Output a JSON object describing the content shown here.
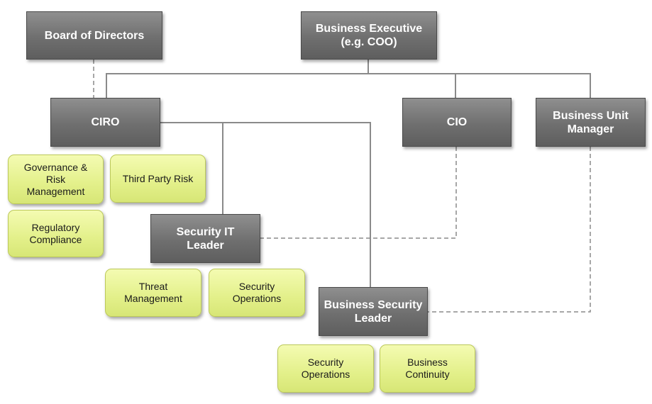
{
  "roles": {
    "board": [
      "Board of Directors"
    ],
    "executive": [
      "Business Executive",
      "(e.g. COO)"
    ],
    "ciro": [
      "CIRO"
    ],
    "cio": [
      "CIO"
    ],
    "bu_manager": [
      "Business Unit",
      "Manager"
    ],
    "security_it_leader": [
      "Security IT",
      "Leader"
    ],
    "business_security_leader": [
      "Business Security",
      "Leader"
    ]
  },
  "functions": {
    "governance_risk": [
      "Governance &",
      "Risk",
      "Management"
    ],
    "third_party_risk": [
      "Third Party Risk"
    ],
    "regulatory_compliance": [
      "Regulatory",
      "Compliance"
    ],
    "threat_management": [
      "Threat",
      "Management"
    ],
    "security_operations_it": [
      "Security",
      "Operations"
    ],
    "security_operations_business": [
      "Security",
      "Operations"
    ],
    "business_continuity": [
      "Business",
      "Continuity"
    ]
  },
  "colors": {
    "role_fill": "#6f6f6f",
    "function_fill": "#e3f08a",
    "solid_line": "#8a8a8a",
    "dashed_line": "#8a8a8a"
  }
}
